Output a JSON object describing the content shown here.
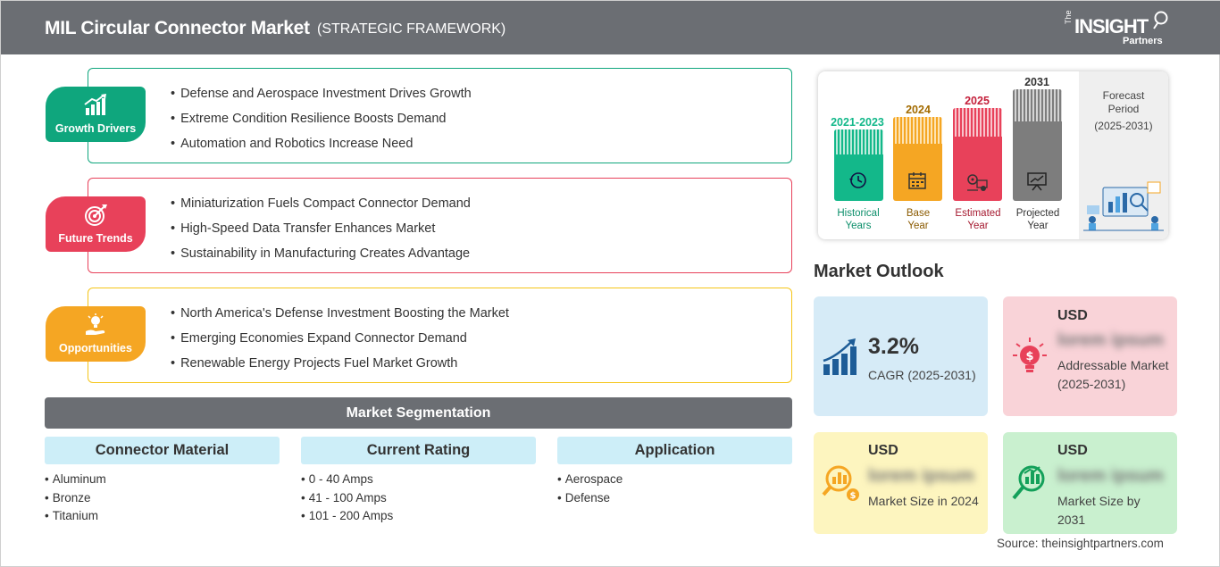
{
  "header": {
    "title": "MIL Circular Connector Market",
    "subtitle": "(STRATEGIC FRAMEWORK)",
    "logo": {
      "the": "The",
      "insight": "INSIGHT",
      "partners": "Partners"
    }
  },
  "framework": [
    {
      "label": "Growth Drivers",
      "color": "#0fa67d",
      "icon": "growth-chart-icon",
      "items": [
        "Defense and Aerospace Investment Drives Growth",
        "Extreme Condition Resilience Boosts Demand",
        "Automation and Robotics Increase Need"
      ]
    },
    {
      "label": "Future Trends",
      "color": "#e8415a",
      "icon": "target-icon",
      "items": [
        "Miniaturization Fuels Compact Connector Demand",
        "High-Speed Data Transfer Enhances Market",
        "Sustainability in Manufacturing Creates Advantage"
      ]
    },
    {
      "label": "Opportunities",
      "color": "#f5a623",
      "icon": "lightbulb-hand-icon",
      "items": [
        "North America's Defense Investment Boosting the Market",
        "Emerging Economies Expand Connector Demand",
        "Renewable Energy Projects Fuel Market Growth"
      ]
    }
  ],
  "segmentation": {
    "title": "Market Segmentation",
    "columns": [
      {
        "header": "Connector Material",
        "items": [
          "Aluminum",
          "Bronze",
          "Titanium"
        ]
      },
      {
        "header": "Current Rating",
        "items": [
          "0 - 40 Amps",
          "41 - 100 Amps",
          "101 - 200 Amps"
        ]
      },
      {
        "header": "Application",
        "items": [
          "Aerospace",
          "Defense"
        ]
      }
    ]
  },
  "timeline": {
    "periods": [
      {
        "year": "2021-2023",
        "line1": "Historical",
        "line2": "Years",
        "color": "#13b88a",
        "icon": "history-clock-icon"
      },
      {
        "year": "2024",
        "line1": "Base",
        "line2": "Year",
        "color": "#f5a623",
        "icon": "calendar-icon"
      },
      {
        "year": "2025",
        "line1": "Estimated",
        "line2": "Year",
        "color": "#e8415a",
        "icon": "estimate-gears-icon"
      },
      {
        "year": "2031",
        "line1": "Projected",
        "line2": "Year",
        "color": "#7d7d7d",
        "icon": "projection-board-icon"
      }
    ],
    "forecast": {
      "line1": "Forecast",
      "line2": "Period",
      "line3": "(2025-2031)"
    }
  },
  "outlook": {
    "title": "Market Outlook",
    "cagr": {
      "value": "3.2%",
      "label": "CAGR (2025-2031)",
      "color": "#d6ebf7",
      "icon": "bar-growth-icon"
    },
    "addressable": {
      "usd": "USD",
      "value": "lorem ipsum",
      "label": "Addressable Market (2025-2031)",
      "color": "#f9d3d8",
      "icon": "money-bulb-icon"
    },
    "size2024": {
      "usd": "USD",
      "value": "lorem ipsum",
      "label": "Market Size in 2024",
      "color": "#fdf5bf",
      "icon": "money-search-icon"
    },
    "size2031": {
      "usd": "USD",
      "value": "lorem ipsum",
      "label": "Market Size by 2031",
      "color": "#c9f0cf",
      "icon": "chart-search-icon"
    }
  },
  "source": "Source: theinsightpartners.com"
}
